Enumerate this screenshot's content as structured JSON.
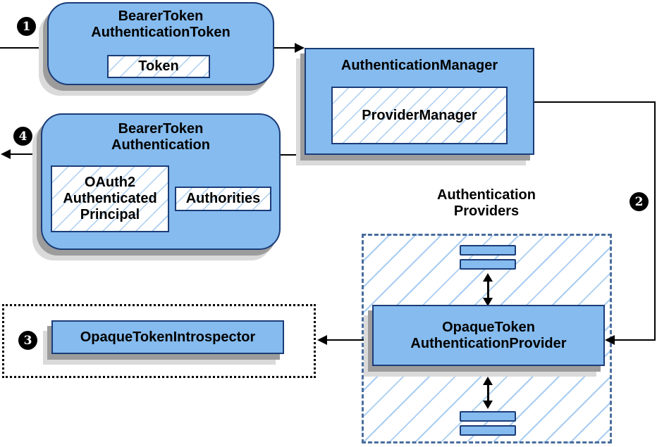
{
  "colors": {
    "node_fill": "#85bbee",
    "node_border": "#1b3c78",
    "hatch_line": "#a9cdf2",
    "container_border": "#4a6d9e",
    "shadow_dark": "#9c9c9c",
    "shadow_light": "#dadada",
    "line_color": "#000000",
    "badge_bg": "#000000",
    "badge_text": "#ffffff"
  },
  "steps": {
    "one": "1",
    "two": "2",
    "three": "3",
    "four": "4"
  },
  "nodes": {
    "bearer_token_authentication_token": {
      "title": [
        "BearerToken",
        "AuthenticationToken"
      ],
      "inner": "Token"
    },
    "authentication_manager": {
      "title": "AuthenticationManager",
      "inner": "ProviderManager"
    },
    "bearer_token_authentication": {
      "title": [
        "BearerToken",
        "Authentication"
      ],
      "principal": [
        "OAuth2",
        "Authenticated",
        "Principal"
      ],
      "authorities": "Authorities"
    },
    "opaque_token_introspector": {
      "title": "OpaqueTokenIntrospector"
    },
    "opaque_token_authentication_provider": {
      "title": [
        "OpaqueToken",
        "AuthenticationProvider"
      ]
    },
    "authentication_providers_label": [
      "Authentication",
      "Providers"
    ]
  }
}
